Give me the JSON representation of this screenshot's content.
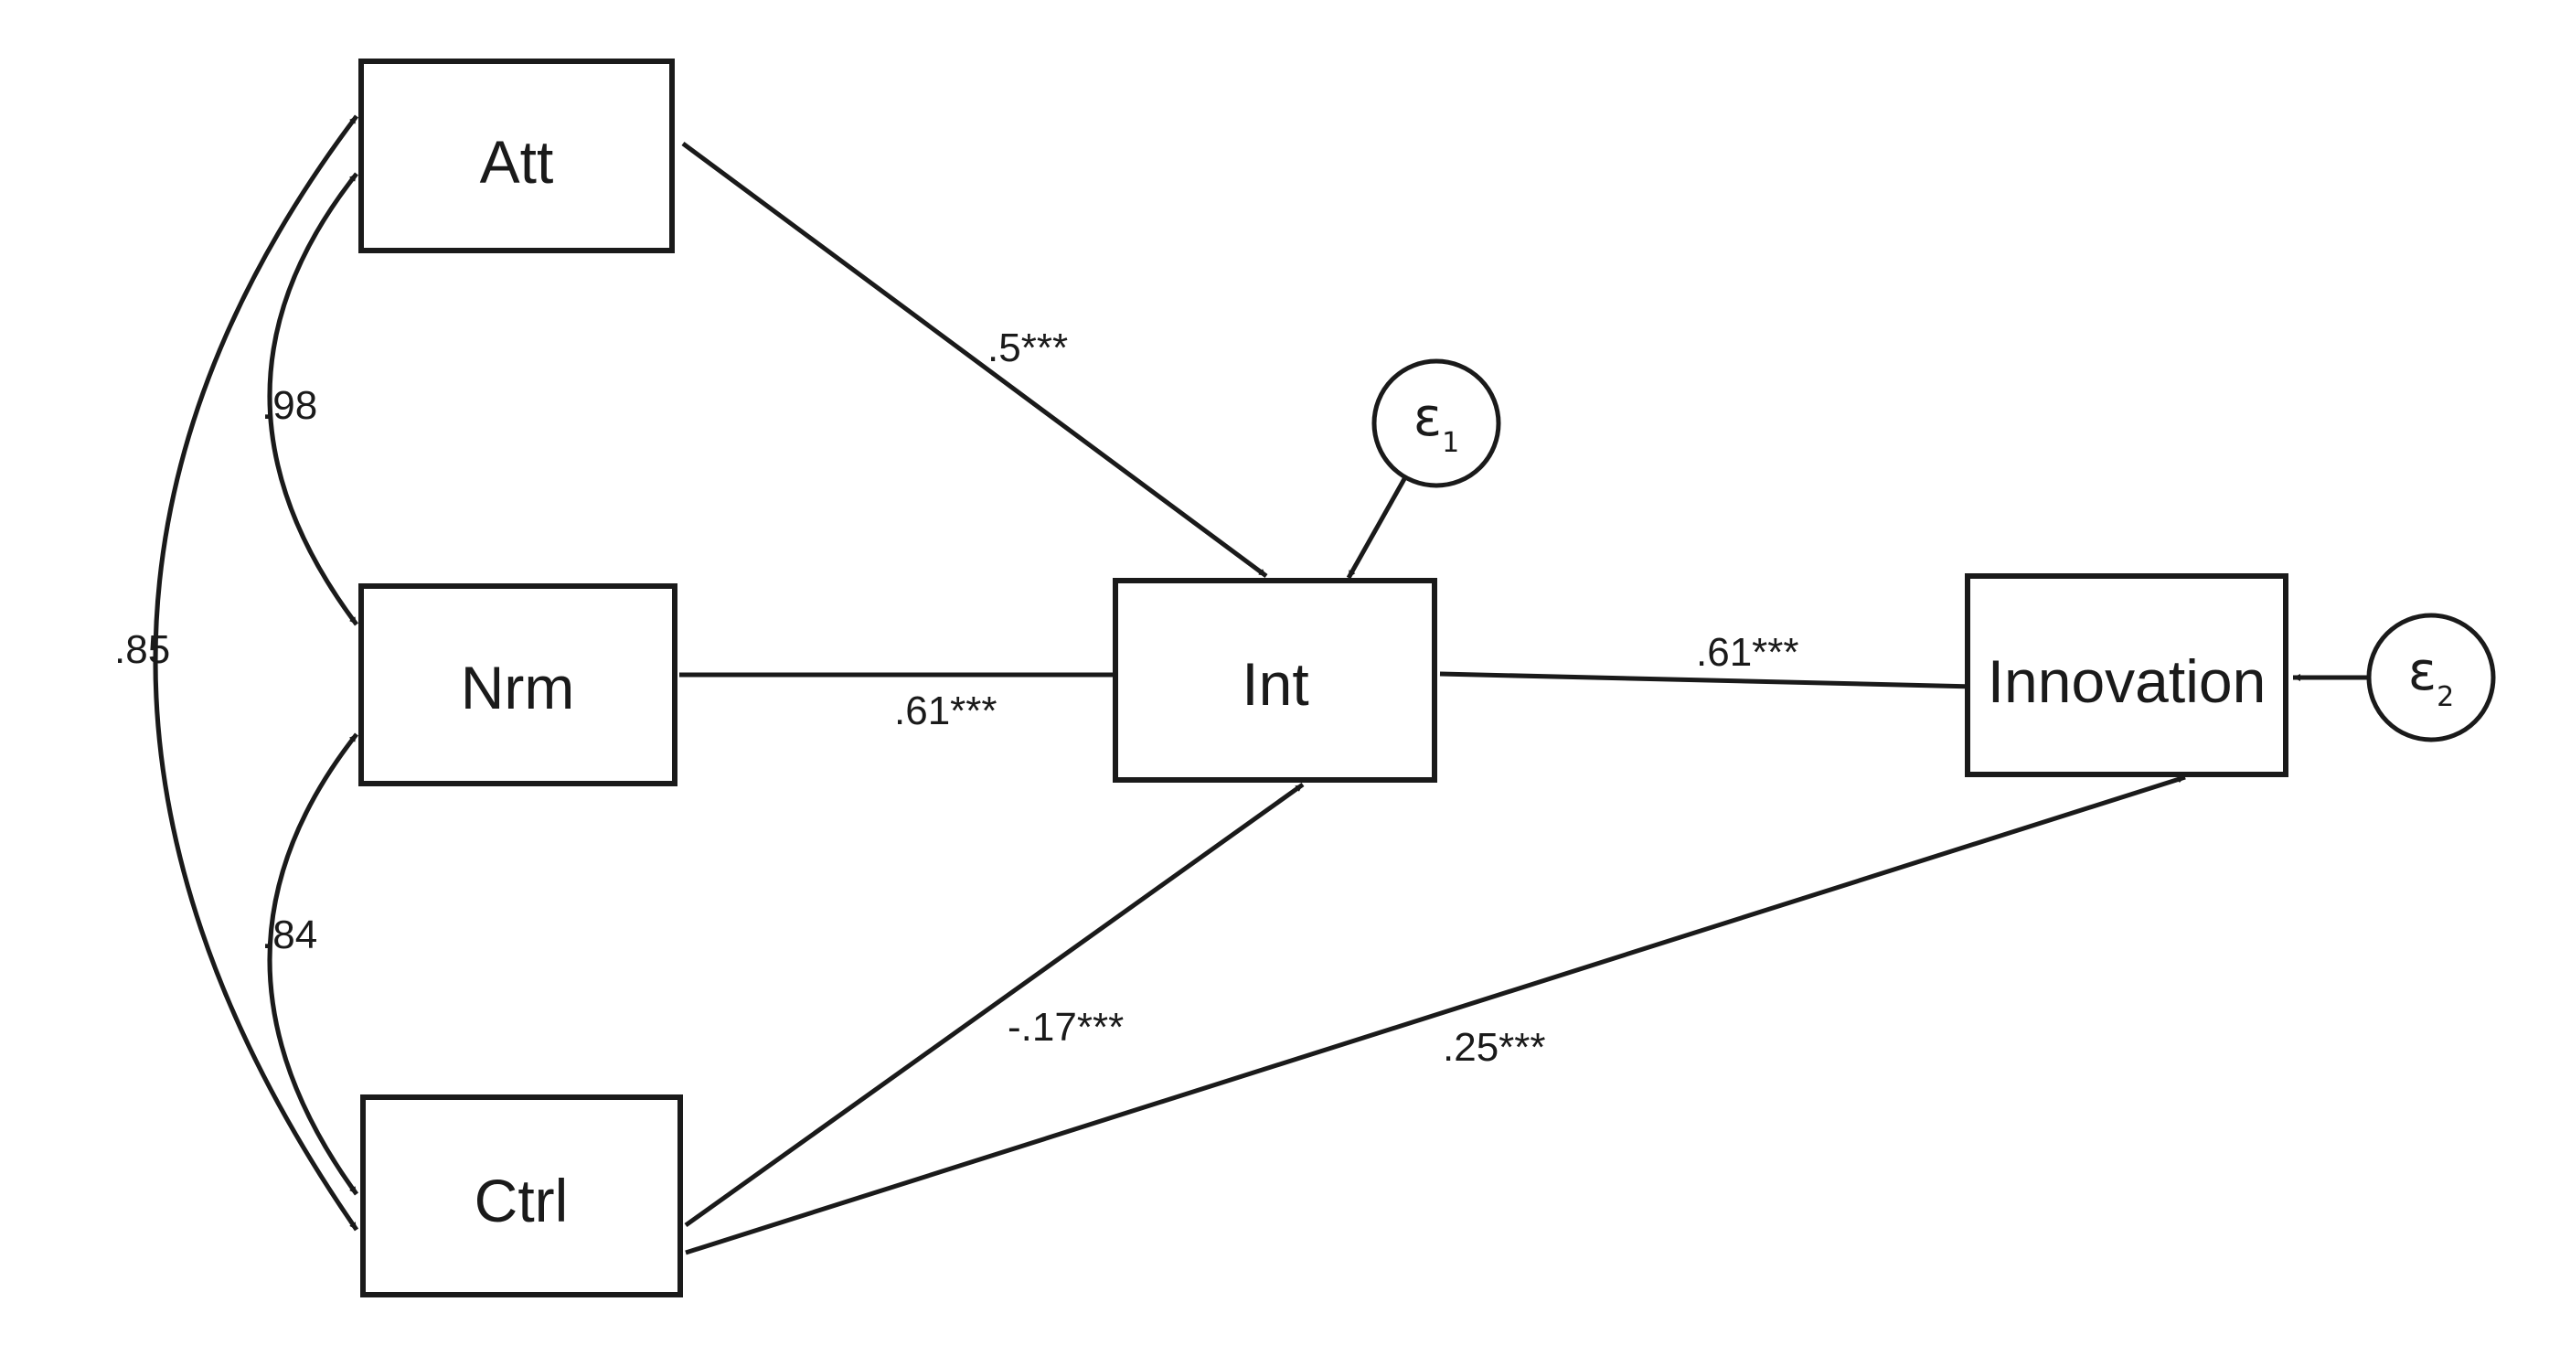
{
  "nodes": {
    "att": "Att",
    "nrm": "Nrm",
    "ctrl": "Ctrl",
    "int": "Int",
    "innovation": "Innovation"
  },
  "errors": {
    "e1": {
      "symbol": "ε",
      "sub": "1"
    },
    "e2": {
      "symbol": "ε",
      "sub": "2"
    }
  },
  "paths": {
    "att_int": ".5***",
    "nrm_int": ".61***",
    "ctrl_int": "-.17***",
    "int_innovation": ".61***",
    "ctrl_innovation": ".25***"
  },
  "covariances": {
    "att_nrm": ".98",
    "nrm_ctrl": ".84",
    "att_ctrl": ".85"
  }
}
